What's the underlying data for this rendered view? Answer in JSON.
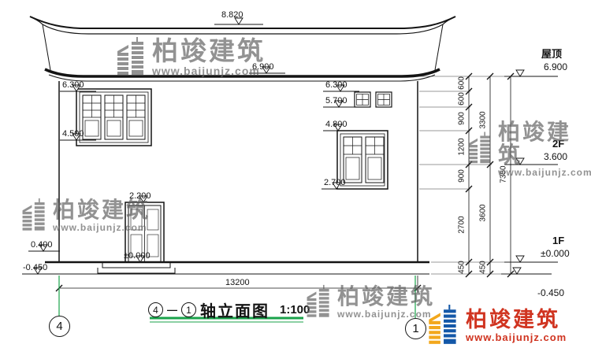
{
  "watermark": {
    "brand": "柏竣建筑",
    "url": "www.baijunjz.com"
  },
  "title_block": {
    "axis_from": "4",
    "separator": "—",
    "axis_to": "1",
    "name": "轴立面图",
    "scale": "1:100"
  },
  "axis_bubbles": {
    "left": "4",
    "right": "1"
  },
  "levels": {
    "ridge": "8.820",
    "roof_center": "6.900",
    "eave_left": "6.300",
    "eave_right": "6.300",
    "win_top_right": "5.700",
    "win_sill_right": "4.800",
    "win_sill_left": "4.500",
    "win1_sill": "2.700",
    "door_top": "2.200",
    "plinth": "0.400",
    "ground": "±0.000",
    "site_left": "-0.450"
  },
  "right_panel": {
    "roof_label": "屋顶",
    "roof_value": "6.900",
    "f2_label": "2F",
    "f2_value": "3.600",
    "f1_label": "1F",
    "f1_value": "±0.000",
    "site_value": "-0.450"
  },
  "dims": {
    "building_width": "13200",
    "chain_detail": [
      "600",
      "600",
      "900",
      "1200",
      "900",
      "2700",
      "450"
    ],
    "chain_floor": [
      "3300",
      "3600",
      "450"
    ],
    "chain_total": "7350"
  }
}
